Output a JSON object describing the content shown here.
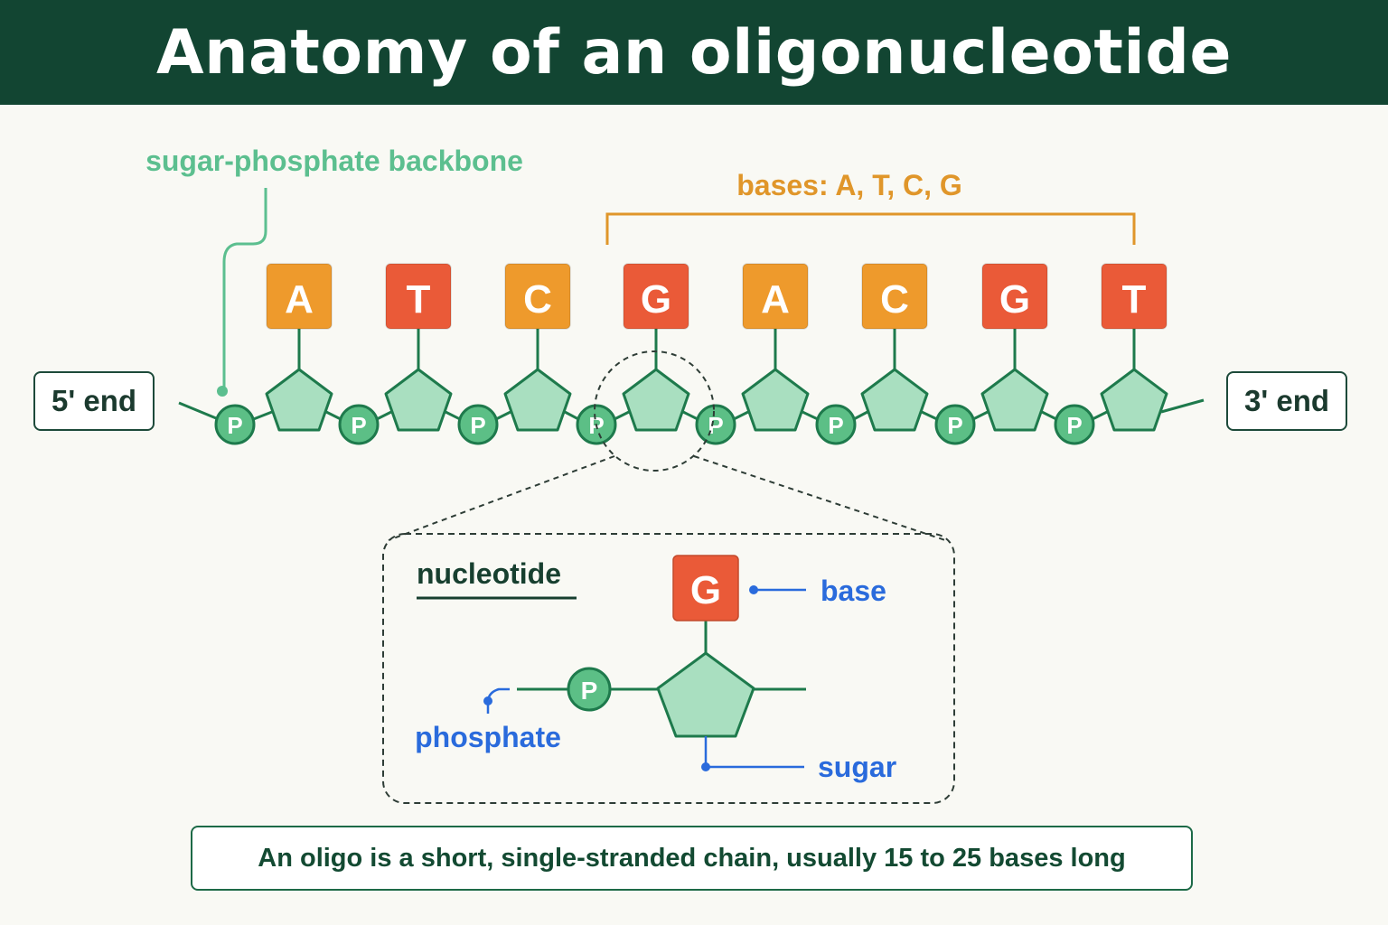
{
  "title": "Anatomy of an oligonucleotide",
  "backbone_label": "sugar-phosphate backbone",
  "bases_label": "bases: A, T, C, G",
  "five_prime": "5' end",
  "three_prime": "3' end",
  "phosphate_symbol": "P",
  "strand": [
    {
      "base": "A",
      "color": "#ee9a2c"
    },
    {
      "base": "T",
      "color": "#ea5a38"
    },
    {
      "base": "C",
      "color": "#ee9a2c"
    },
    {
      "base": "G",
      "color": "#ea5a38"
    },
    {
      "base": "A",
      "color": "#ee9a2c"
    },
    {
      "base": "C",
      "color": "#ee9a2c"
    },
    {
      "base": "G",
      "color": "#ea5a38"
    },
    {
      "base": "T",
      "color": "#ea5a38"
    }
  ],
  "inset": {
    "heading": "nucleotide",
    "base_letter": "G",
    "base_color": "#ea5a38",
    "base_label": "base",
    "phosphate_label": "phosphate",
    "sugar_label": "sugar"
  },
  "footer": "An oligo is a short, single-stranded chain, usually 15 to 25 bases long",
  "colors": {
    "header_bg": "#124532",
    "backbone_green": "#1e7a4c",
    "sugar_fill": "#a9dfc0",
    "phosphate_fill": "#5cbf86",
    "label_green": "#5cbf8f",
    "bases_orange": "#e0962a",
    "annotation_blue": "#2a6bdc"
  }
}
